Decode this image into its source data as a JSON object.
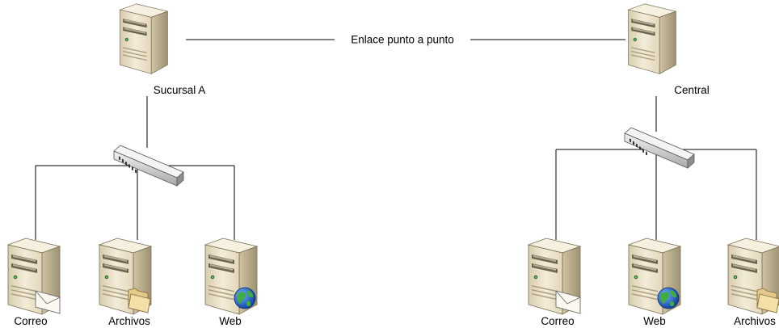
{
  "link": {
    "label": "Enlace punto a punto"
  },
  "sites": [
    {
      "router_label": "Sucursal A",
      "servers": [
        {
          "label": "Correo",
          "overlay": "envelope-icon"
        },
        {
          "label": "Archivos",
          "overlay": "folder-icon"
        },
        {
          "label": "Web",
          "overlay": "globe-icon"
        }
      ]
    },
    {
      "router_label": "Central",
      "servers": [
        {
          "label": "Correo",
          "overlay": "envelope-icon"
        },
        {
          "label": "Web",
          "overlay": "globe-icon"
        },
        {
          "label": "Archivos",
          "overlay": "folder-icon"
        }
      ]
    }
  ],
  "colors": {
    "server_front": "#ede4cd",
    "server_side": "#b7ab8b",
    "server_top": "#f5efdf",
    "switch_body": "#d9d9d9",
    "globe_water": "#1f5fbf",
    "globe_land": "#3aa43a"
  }
}
